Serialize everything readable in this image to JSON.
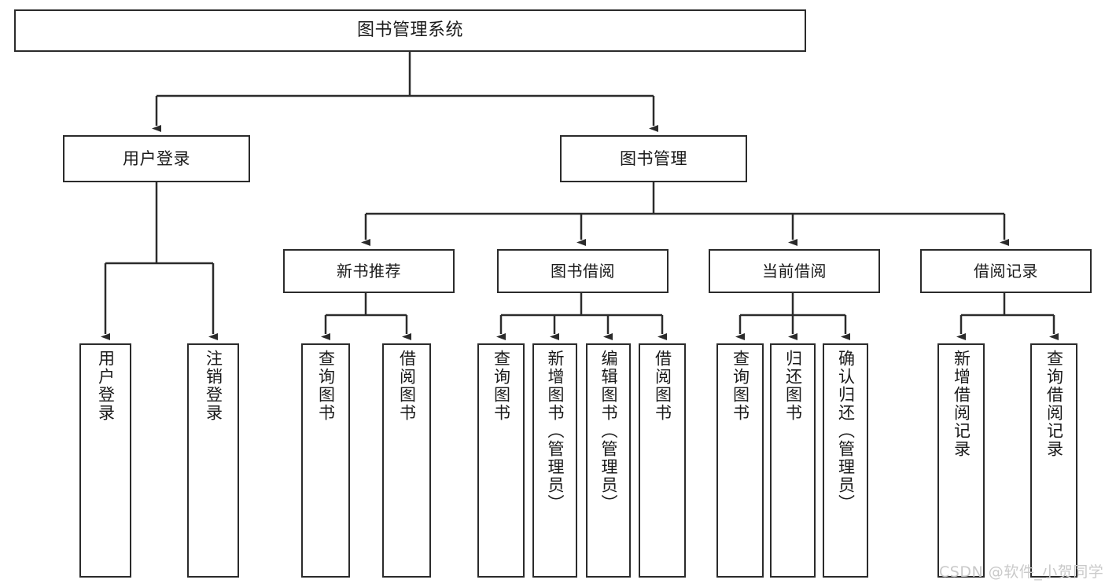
{
  "diagram": {
    "title": "图书管理系统",
    "type": "tree",
    "root": {
      "label": "图书管理系统"
    },
    "level2": [
      {
        "id": "user-login",
        "label": "用户登录"
      },
      {
        "id": "book-manage",
        "label": "图书管理"
      }
    ],
    "level3": [
      {
        "id": "new-book-recommend",
        "label": "新书推荐",
        "parent": "book-manage"
      },
      {
        "id": "book-borrow",
        "label": "图书借阅",
        "parent": "book-manage"
      },
      {
        "id": "current-borrow",
        "label": "当前借阅",
        "parent": "book-manage"
      },
      {
        "id": "borrow-record",
        "label": "借阅记录",
        "parent": "book-manage"
      }
    ],
    "leaves": [
      {
        "id": "leaf-user-login",
        "label": "用户登录",
        "parent": "user-login"
      },
      {
        "id": "leaf-logout-login",
        "label": "注销登录",
        "parent": "user-login"
      },
      {
        "id": "leaf-query-book-1",
        "label": "查询图书",
        "parent": "new-book-recommend"
      },
      {
        "id": "leaf-borrow-book-1",
        "label": "借阅图书",
        "parent": "new-book-recommend"
      },
      {
        "id": "leaf-query-book-2",
        "label": "查询图书",
        "parent": "book-borrow"
      },
      {
        "id": "leaf-add-book",
        "label": "新增图书（管理员）",
        "parent": "book-borrow"
      },
      {
        "id": "leaf-edit-book",
        "label": "编辑图书（管理员）",
        "parent": "book-borrow"
      },
      {
        "id": "leaf-borrow-book-2",
        "label": "借阅图书",
        "parent": "book-borrow"
      },
      {
        "id": "leaf-query-book-3",
        "label": "查询图书",
        "parent": "current-borrow"
      },
      {
        "id": "leaf-return-book",
        "label": "归还图书",
        "parent": "current-borrow"
      },
      {
        "id": "leaf-confirm-return",
        "label": "确认归还（管理员）",
        "parent": "current-borrow"
      },
      {
        "id": "leaf-add-record",
        "label": "新增借阅记录",
        "parent": "borrow-record"
      },
      {
        "id": "leaf-query-record",
        "label": "查询借阅记录",
        "parent": "borrow-record"
      }
    ]
  },
  "watermark": {
    "text": "CSDN @软件_小贺同学"
  },
  "colors": {
    "stroke": "#2b2b2b",
    "text": "#1a1a1a",
    "background": "#ffffff",
    "watermark": "#c9c9c9"
  }
}
